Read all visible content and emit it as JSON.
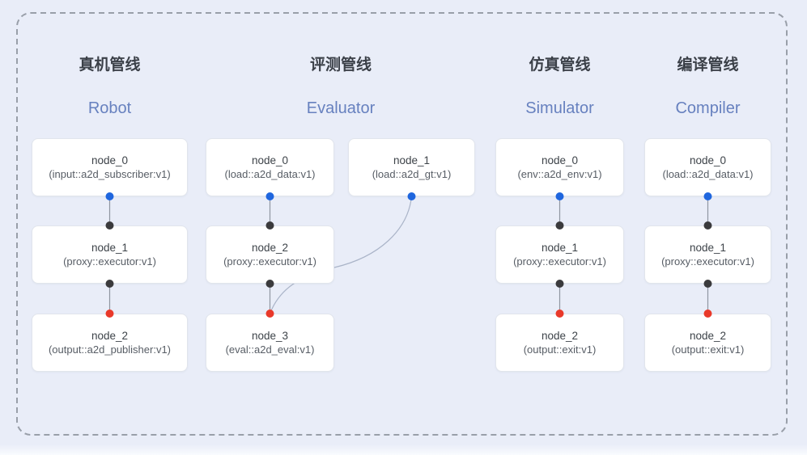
{
  "diagram": {
    "pipelines": [
      {
        "title_zh": "真机管线",
        "title_en": "Robot",
        "nodes": [
          {
            "name": "node_0",
            "type": "(input::a2d_subscriber:v1)"
          },
          {
            "name": "node_1",
            "type": "(proxy::executor:v1)"
          },
          {
            "name": "node_2",
            "type": "(output::a2d_publisher:v1)"
          }
        ]
      },
      {
        "title_zh": "评测管线",
        "title_en": "Evaluator",
        "nodes": [
          {
            "name": "node_0",
            "type": "(load::a2d_data:v1)"
          },
          {
            "name": "node_1",
            "type": "(load::a2d_gt:v1)"
          },
          {
            "name": "node_2",
            "type": "(proxy::executor:v1)"
          },
          {
            "name": "node_3",
            "type": "(eval::a2d_eval:v1)"
          }
        ]
      },
      {
        "title_zh": "仿真管线",
        "title_en": "Simulator",
        "nodes": [
          {
            "name": "node_0",
            "type": "(env::a2d_env:v1)"
          },
          {
            "name": "node_1",
            "type": "(proxy::executor:v1)"
          },
          {
            "name": "node_2",
            "type": "(output::exit:v1)"
          }
        ]
      },
      {
        "title_zh": "编译管线",
        "title_en": "Compiler",
        "nodes": [
          {
            "name": "node_0",
            "type": "(load::a2d_data:v1)"
          },
          {
            "name": "node_1",
            "type": "(proxy::executor:v1)"
          },
          {
            "name": "node_2",
            "type": "(output::exit:v1)"
          }
        ]
      }
    ],
    "colors": {
      "background": "#e9edf8",
      "node_bg": "#ffffff",
      "node_border": "#e1e5ec",
      "dashed_border": "#999fa9",
      "edge": "#8f96a1",
      "curve_edge": "#aab4c8",
      "port_blue": "#1f66de",
      "port_black": "#3b3b3d",
      "port_red": "#e9392a",
      "title_zh_color": "#3b4048",
      "title_en_color": "#6781bf"
    }
  }
}
